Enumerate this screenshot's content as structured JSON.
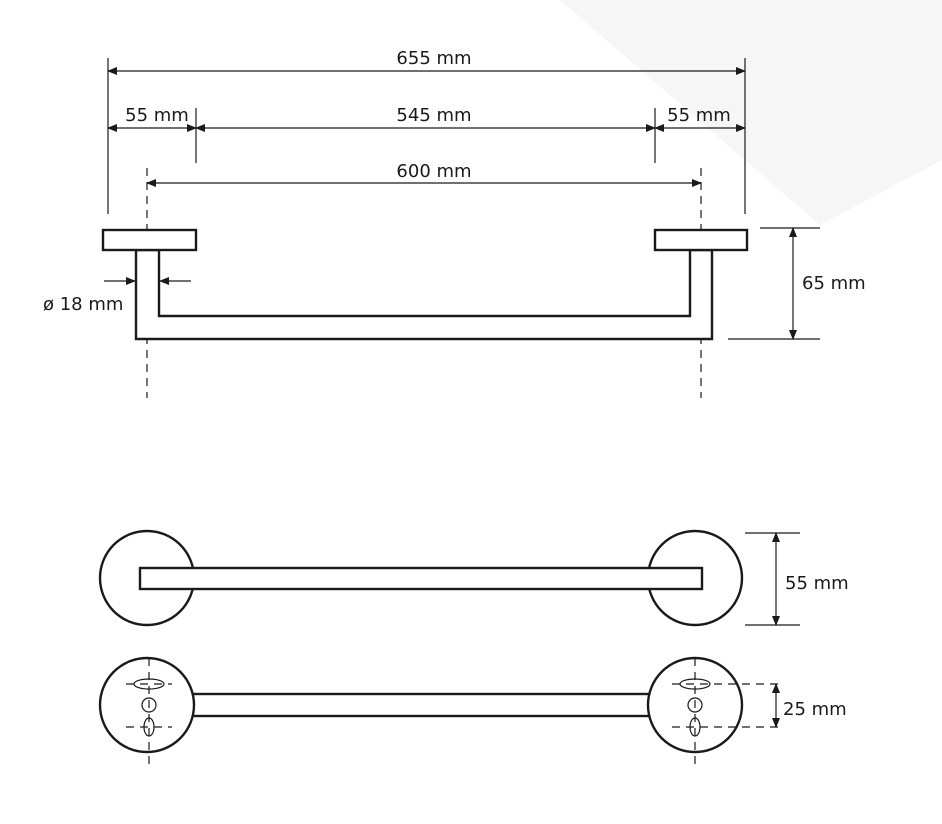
{
  "dimensions": {
    "overall_length": "655 mm",
    "left_flange": "55 mm",
    "span_between_flanges": "545 mm",
    "right_flange": "55 mm",
    "center_distance": "600 mm",
    "tube_diameter": "ø 18 mm",
    "projection_depth": "65 mm",
    "flange_diameter": "55 mm",
    "hole_spacing": "25 mm"
  }
}
